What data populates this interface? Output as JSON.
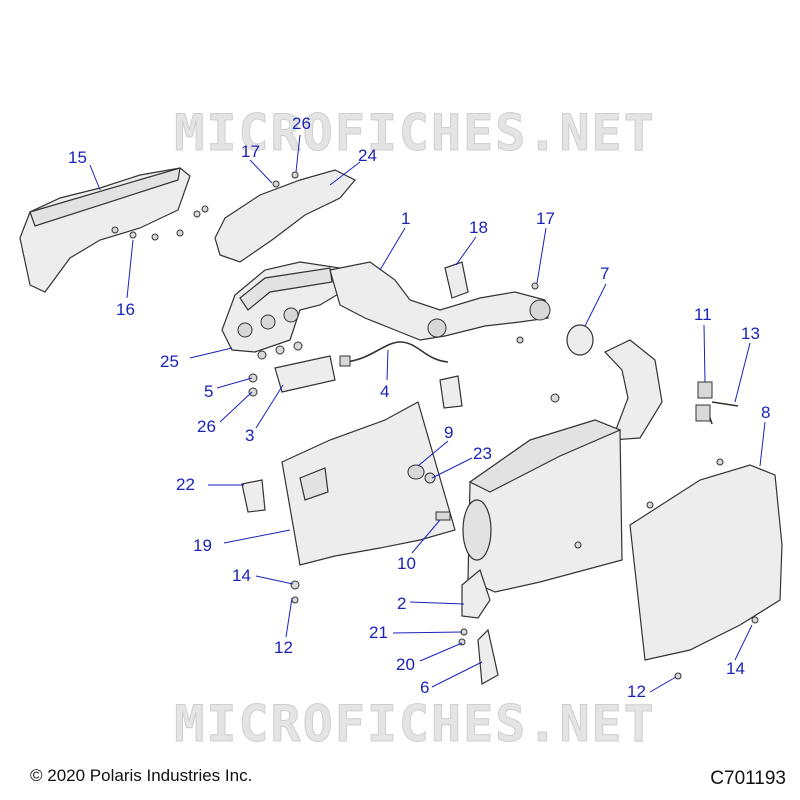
{
  "watermark": {
    "text": "MICROFICHES.NET"
  },
  "footer": {
    "copyright": "© 2020 Polaris Industries Inc.",
    "figure_code": "C701193"
  },
  "callouts": [
    "15",
    "17",
    "26",
    "24",
    "16",
    "1",
    "18",
    "17",
    "7",
    "25",
    "5",
    "4",
    "26",
    "3",
    "11",
    "13",
    "8",
    "9",
    "23",
    "22",
    "19",
    "10",
    "14",
    "12",
    "2",
    "21",
    "20",
    "6",
    "12",
    "14"
  ],
  "colors": {
    "callout": "#1a22b8",
    "part_fill": "#ededed",
    "outline": "#333333"
  }
}
